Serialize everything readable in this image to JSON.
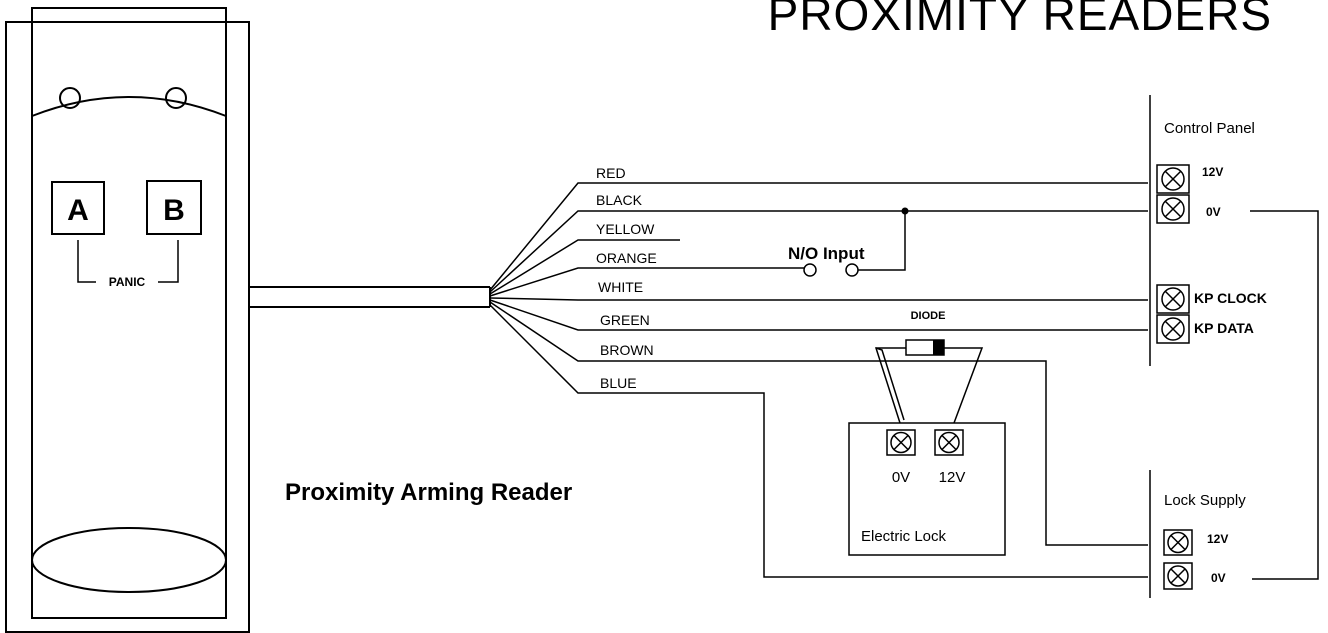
{
  "title": "PROXIMITY READERS",
  "reader": {
    "button_a": "A",
    "button_b": "B",
    "panic_label": "PANIC",
    "caption": "Proximity Arming Reader"
  },
  "wires": [
    "RED",
    "BLACK",
    "YELLOW",
    "ORANGE",
    "WHITE",
    "GREEN",
    "BROWN",
    "BLUE"
  ],
  "no_input_label": "N/O Input",
  "diode_label": "DIODE",
  "control_panel": {
    "title": "Control Panel",
    "terminals": [
      "12V",
      "0V",
      "KP CLOCK",
      "KP DATA"
    ]
  },
  "electric_lock": {
    "title": "Electric Lock",
    "terminals": [
      "0V",
      "12V"
    ]
  },
  "lock_supply": {
    "title": "Lock Supply",
    "terminals": [
      "12V",
      "0V"
    ]
  }
}
